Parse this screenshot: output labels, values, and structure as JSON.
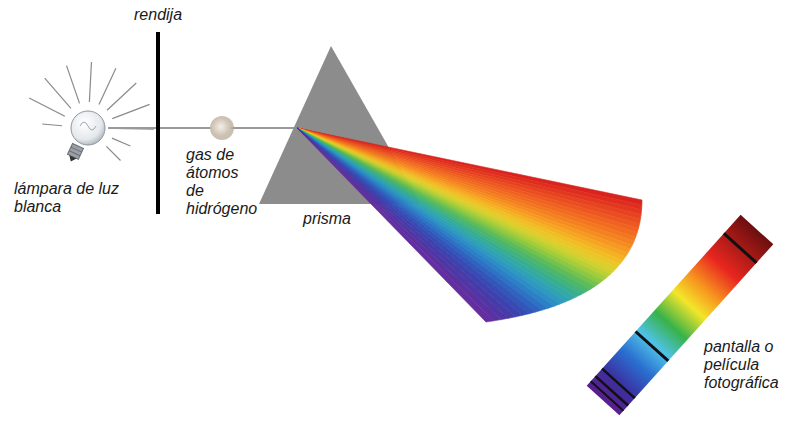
{
  "diagram": {
    "labels": [
      "rendija",
      "lámpara de luz blanca",
      "gas de átomos de hidrógeno",
      "prisma",
      "pantalla o película fotográfica"
    ]
  }
}
